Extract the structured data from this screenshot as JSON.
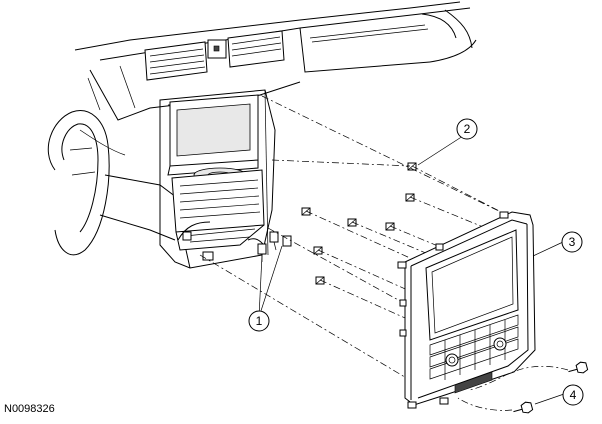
{
  "figure_id": "N0098326",
  "callouts": [
    {
      "label": "1"
    },
    {
      "label": "2"
    },
    {
      "label": "3"
    },
    {
      "label": "4"
    }
  ]
}
